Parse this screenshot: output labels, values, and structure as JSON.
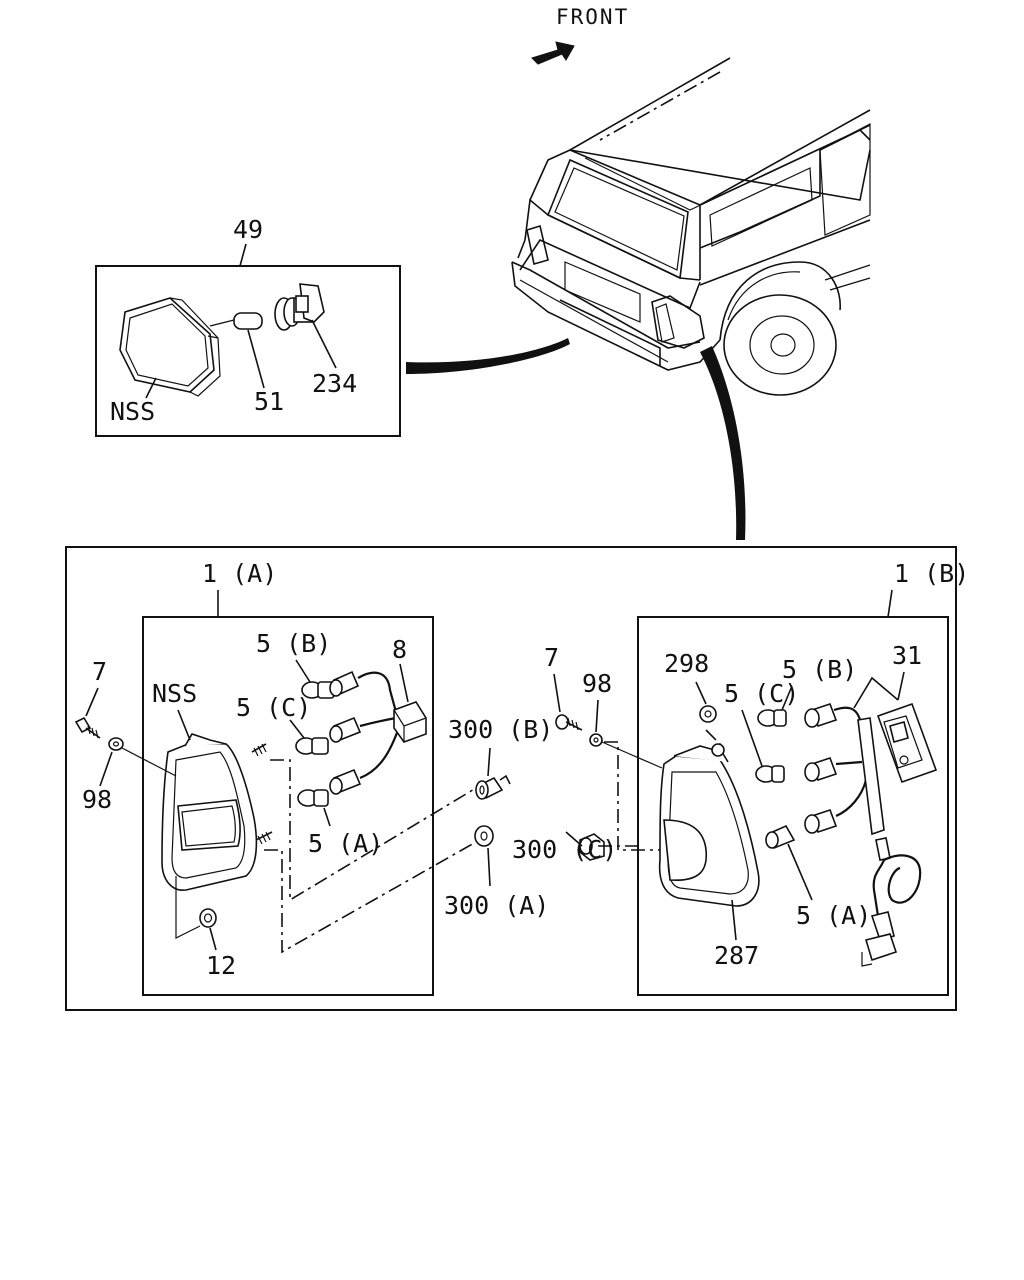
{
  "header": {
    "front_label": "FRONT"
  },
  "callouts": {
    "c49": "49",
    "nss_top": "NSS",
    "c51": "51",
    "c234": "234",
    "c1a": "1 (A)",
    "c1b": "1 (B)",
    "c7_left": "7",
    "c98_left": "98",
    "nss_left": "NSS",
    "c5b_left": "5 (B)",
    "c5c_left": "5 (C)",
    "c5a_left": "5 (A)",
    "c8": "8",
    "c12": "12",
    "c300b": "300 (B)",
    "c300a": "300 (A)",
    "c7_mid": "7",
    "c98_mid": "98",
    "c300c": "300 (C)",
    "c298": "298",
    "c5c_right": "5 (C)",
    "c5b_right": "5 (B)",
    "c31": "31",
    "c5a_right": "5 (A)",
    "c287": "287"
  }
}
